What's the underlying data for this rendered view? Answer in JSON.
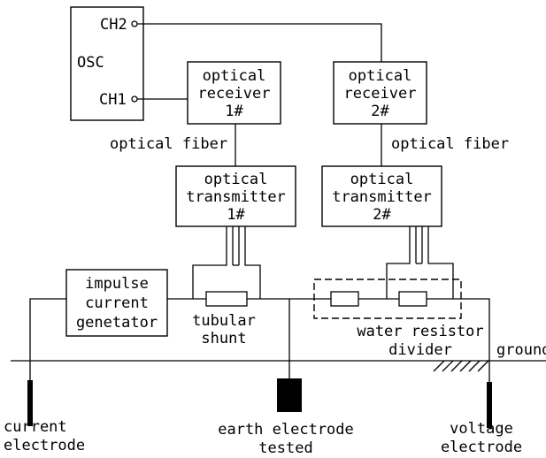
{
  "osc": {
    "label": "OSC",
    "ch1": "CH1",
    "ch2": "CH2"
  },
  "receiver1": {
    "line1": "optical",
    "line2": "receiver",
    "line3": "1#"
  },
  "receiver2": {
    "line1": "optical",
    "line2": "receiver",
    "line3": "2#"
  },
  "fiber1": "optical fiber",
  "fiber2": "optical fiber",
  "transmitter1": {
    "line1": "optical",
    "line2": "transmitter",
    "line3": "1#"
  },
  "transmitter2": {
    "line1": "optical",
    "line2": "transmitter",
    "line3": "2#"
  },
  "generator": {
    "line1": "impulse",
    "line2": "current",
    "line3": "genetator"
  },
  "shunt": {
    "line1": "tubular",
    "line2": "shunt"
  },
  "divider": {
    "line1": "water resistor",
    "line2": "divider"
  },
  "ground": "ground",
  "current_electrode": {
    "line1": "current",
    "line2": "electrode"
  },
  "earth_electrode": {
    "line1": "earth electrode",
    "line2": "tested"
  },
  "voltage_electrode": {
    "line1": "voltage",
    "line2": "electrode"
  }
}
